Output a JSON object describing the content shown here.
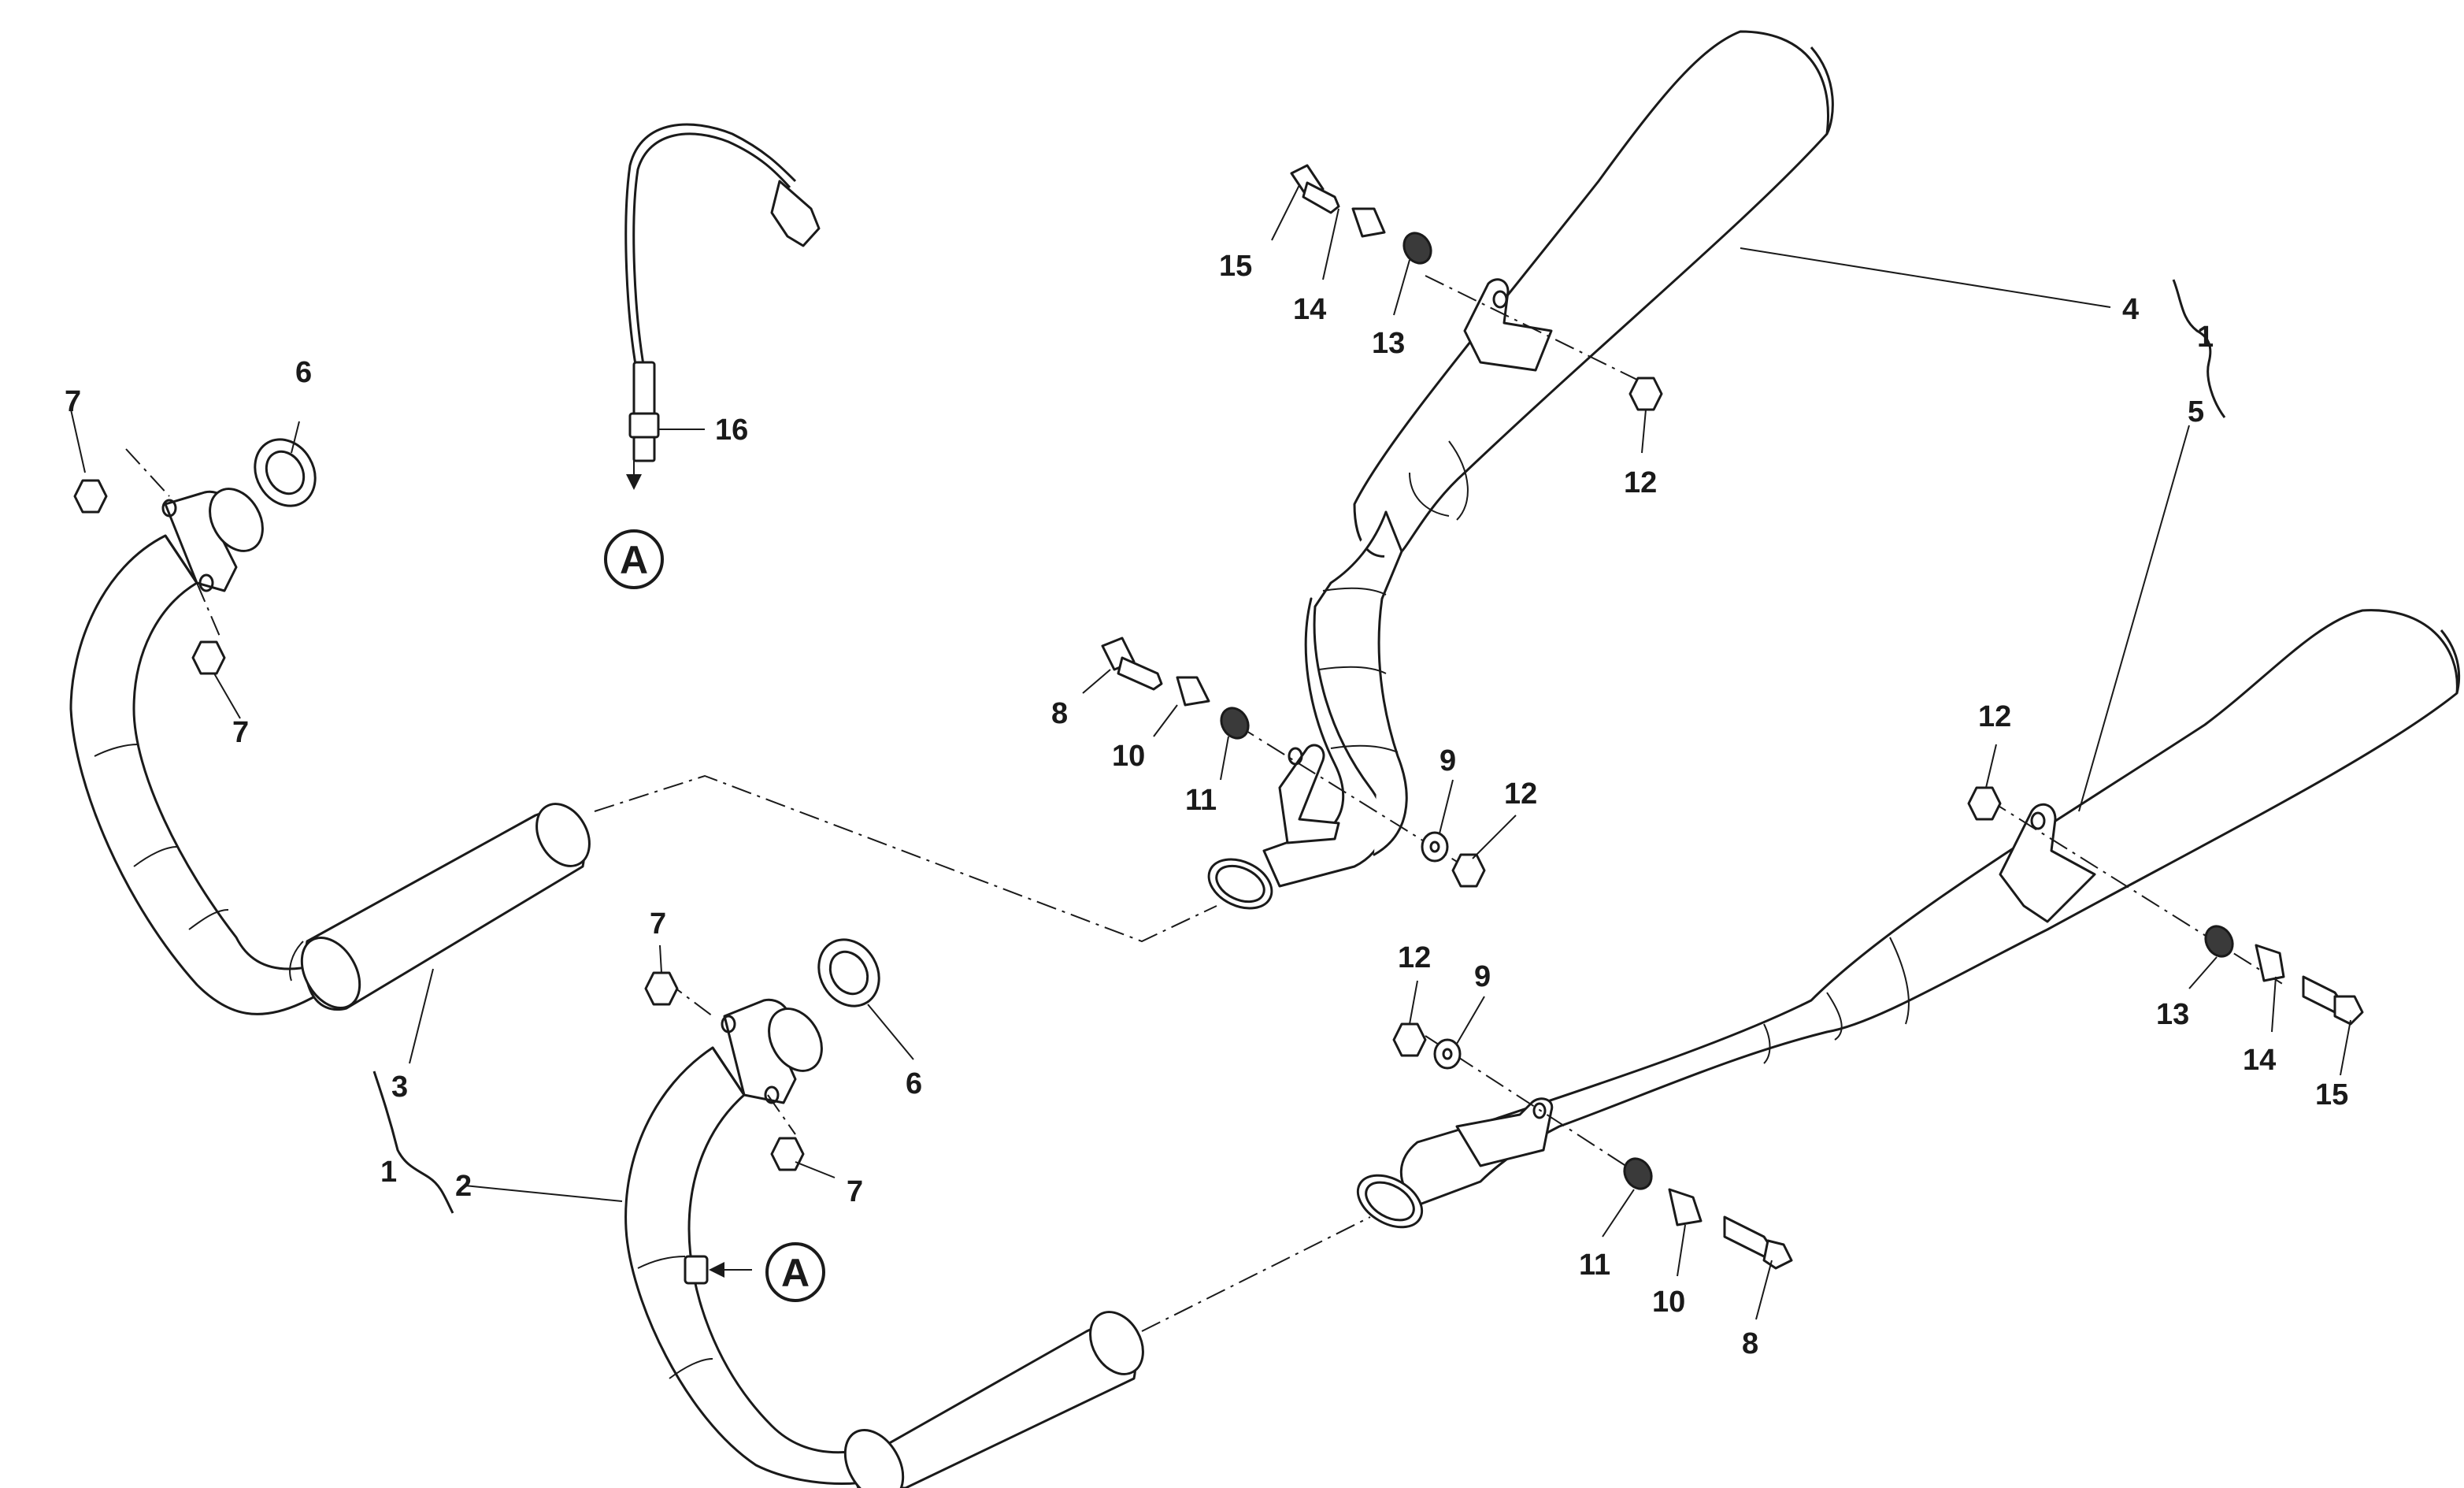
{
  "diagram": {
    "reference_marker": "A",
    "callouts": {
      "c1_right": "1",
      "c4": "4",
      "c5": "5",
      "c15_top": "15",
      "c14_top": "14",
      "c13_top": "13",
      "c12_top": "12",
      "c16": "16",
      "c6_top": "6",
      "c7_top_a": "7",
      "c7_top_b": "7",
      "c8_mid": "8",
      "c10_mid": "10",
      "c11_mid": "11",
      "c9_mid": "9",
      "c12_mid": "12",
      "c3": "3",
      "c1_left": "1",
      "c2": "2",
      "c7_bot_a": "7",
      "c7_bot_b": "7",
      "c6_bot": "6",
      "c12_right": "12",
      "c13_right": "13",
      "c14_right": "14",
      "c15_right": "15",
      "c12_low": "12",
      "c9_low": "9",
      "c11_low": "11",
      "c10_low": "10",
      "c8_low": "8"
    }
  }
}
